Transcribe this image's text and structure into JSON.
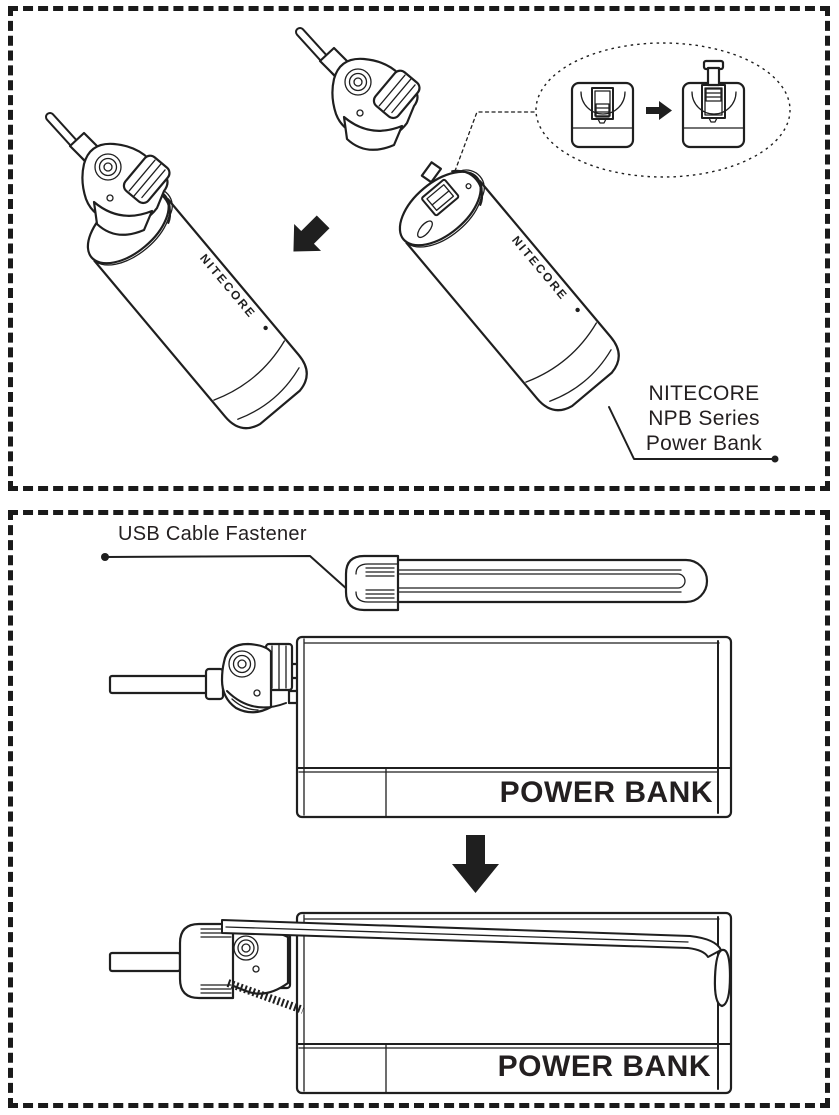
{
  "colors": {
    "line": "#1f1f1f",
    "text": "#231f20",
    "background": "#ffffff"
  },
  "top_panel": {
    "device_brand": "NITECORE",
    "callout": {
      "lines": [
        "NITECORE",
        "NPB Series",
        "Power Bank"
      ]
    }
  },
  "bottom_panel": {
    "fastener_callout": "USB Cable Fastener",
    "step1_label": "POWER BANK",
    "step2_label": "POWER BANK"
  }
}
